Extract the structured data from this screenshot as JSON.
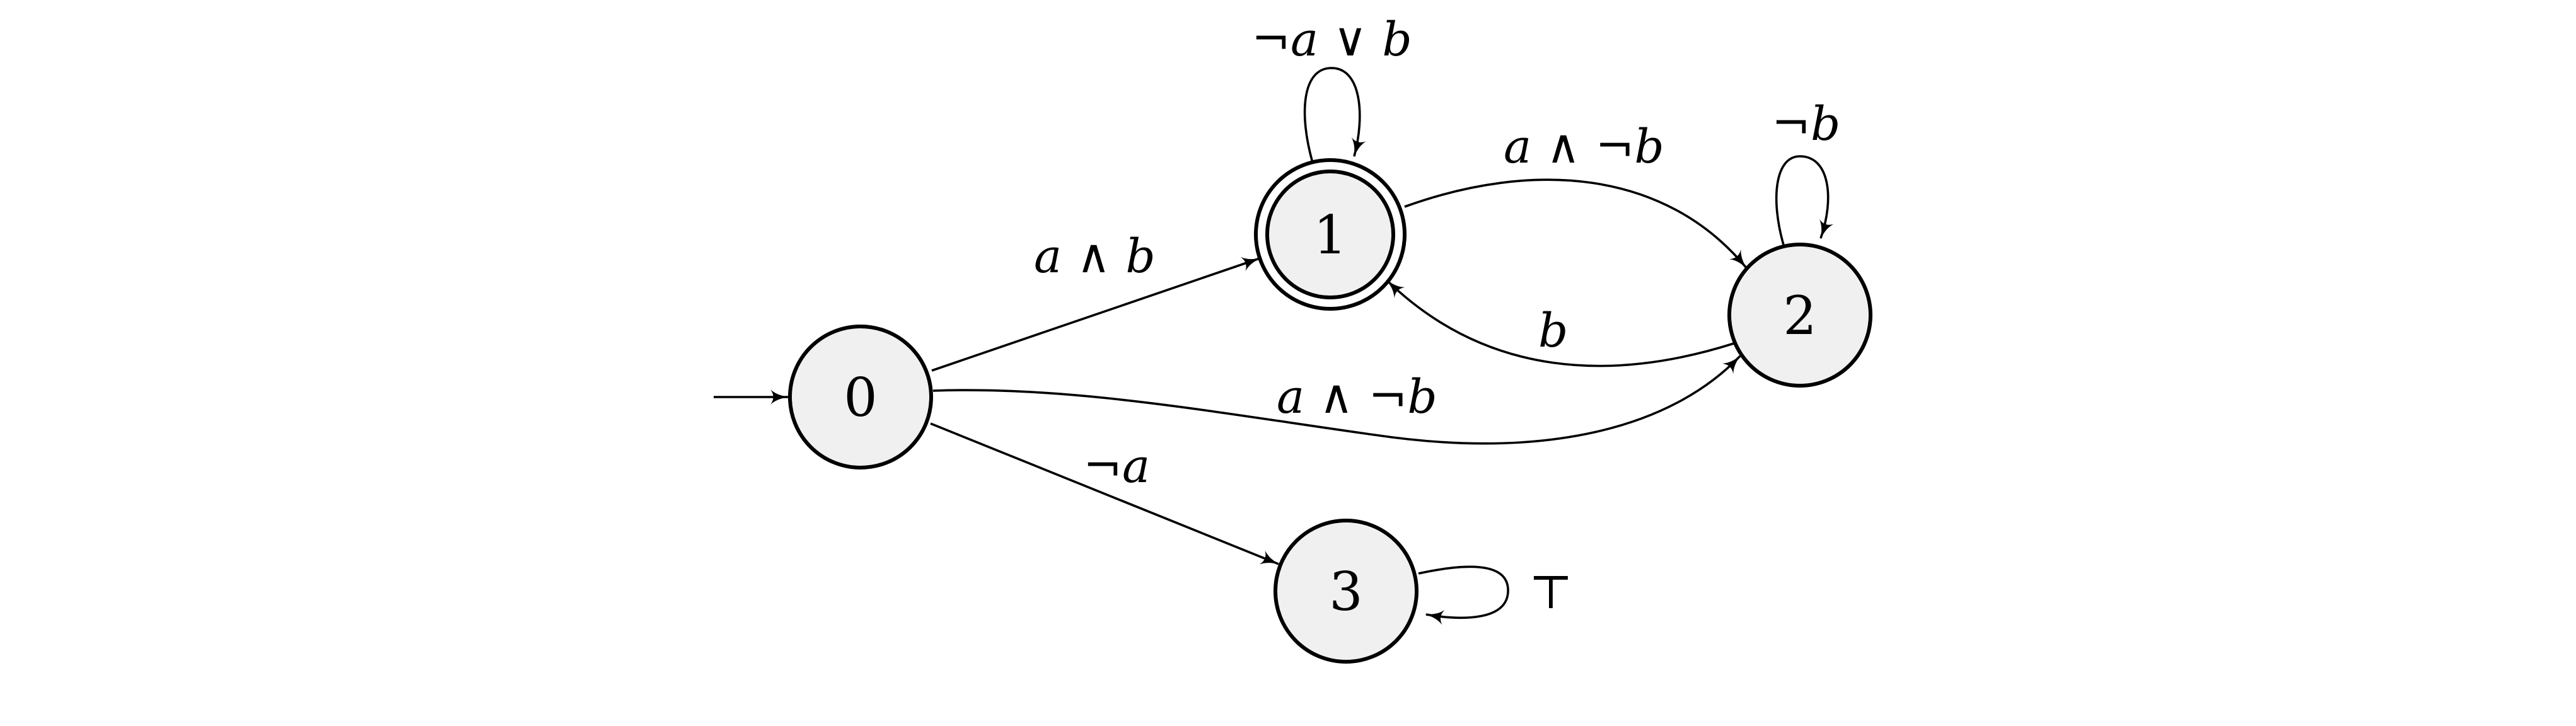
{
  "states": [
    {
      "id": "0",
      "label": "0",
      "initial": true,
      "accepting": false
    },
    {
      "id": "1",
      "label": "1",
      "initial": false,
      "accepting": true
    },
    {
      "id": "2",
      "label": "2",
      "initial": false,
      "accepting": false
    },
    {
      "id": "3",
      "label": "3",
      "initial": false,
      "accepting": false
    }
  ],
  "transitions": [
    {
      "from": "0",
      "to": "1",
      "label": "a ∧ b"
    },
    {
      "from": "0",
      "to": "2",
      "label": "a ∧ ¬b"
    },
    {
      "from": "0",
      "to": "3",
      "label": "¬a"
    },
    {
      "from": "1",
      "to": "1",
      "label": "¬a ∨ b"
    },
    {
      "from": "1",
      "to": "2",
      "label": "a ∧ ¬b"
    },
    {
      "from": "2",
      "to": "1",
      "label": "b"
    },
    {
      "from": "2",
      "to": "2",
      "label": "¬b"
    },
    {
      "from": "3",
      "to": "3",
      "label": "⊤"
    }
  ],
  "colors": {
    "state_fill": "#f0f0f0",
    "stroke": "#000000"
  }
}
